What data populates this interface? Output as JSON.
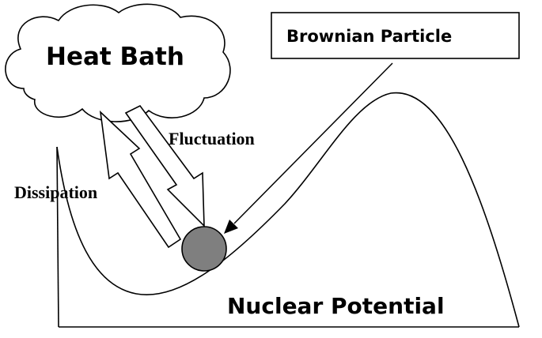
{
  "labels": {
    "heat_bath": "Heat Bath",
    "brownian_particle": "Brownian Particle",
    "fluctuation": "Fluctuation",
    "dissipation": "Dissipation",
    "nuclear_potential": "Nuclear Potential"
  },
  "colors": {
    "stroke": "#000000",
    "particle_fill": "#7f7f7f",
    "background": "#ffffff"
  }
}
